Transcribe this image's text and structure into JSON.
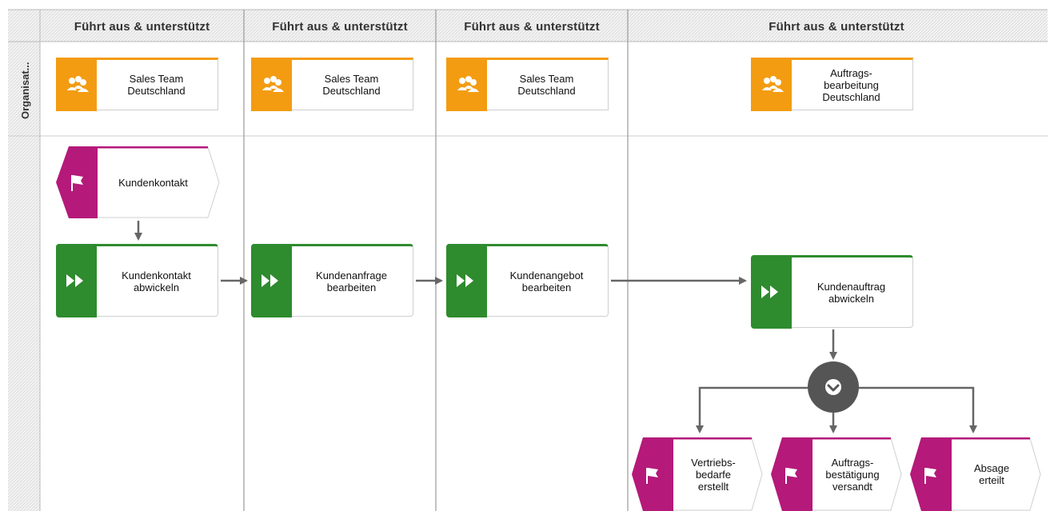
{
  "lanes": [
    {
      "header": "Führt aus & unterstützt"
    },
    {
      "header": "Führt aus & unterstützt"
    },
    {
      "header": "Führt aus & unterstützt"
    },
    {
      "header": "Führt aus & unterstützt"
    }
  ],
  "row_label": "Organisat...",
  "org_units": [
    {
      "label": "Sales Team\nDeutschland",
      "icon": "group-icon"
    },
    {
      "label": "Sales Team\nDeutschland",
      "icon": "group-icon"
    },
    {
      "label": "Sales Team\nDeutschland",
      "icon": "group-icon"
    },
    {
      "label": "Auftrags-\nbearbeitung\nDeutschland",
      "icon": "group-icon"
    }
  ],
  "functions": [
    {
      "label": "Kundenkontakt\nabwickeln",
      "icon": "fast-forward-icon"
    },
    {
      "label": "Kundenanfrage\nbearbeiten",
      "icon": "fast-forward-icon"
    },
    {
      "label": "Kundenangebot\nbearbeiten",
      "icon": "fast-forward-icon"
    },
    {
      "label": "Kundenauftrag\nabwickeln",
      "icon": "fast-forward-icon"
    }
  ],
  "events": [
    {
      "label": "Kundenkontakt",
      "icon": "flag-icon"
    },
    {
      "label": "Vertriebs-\nbedarfe\nerstellt",
      "icon": "flag-icon"
    },
    {
      "label": "Auftrags-\nbestätigung\nversandt",
      "icon": "flag-icon"
    },
    {
      "label": "Absage\nerteilt",
      "icon": "flag-icon"
    }
  ],
  "gateway": {
    "icon": "chevron-down-icon"
  },
  "colors": {
    "org_accent": "#f39c12",
    "function_accent": "#2e8b2e",
    "event_accent": "#b5197a",
    "gateway": "#555555",
    "connector": "#666666"
  }
}
